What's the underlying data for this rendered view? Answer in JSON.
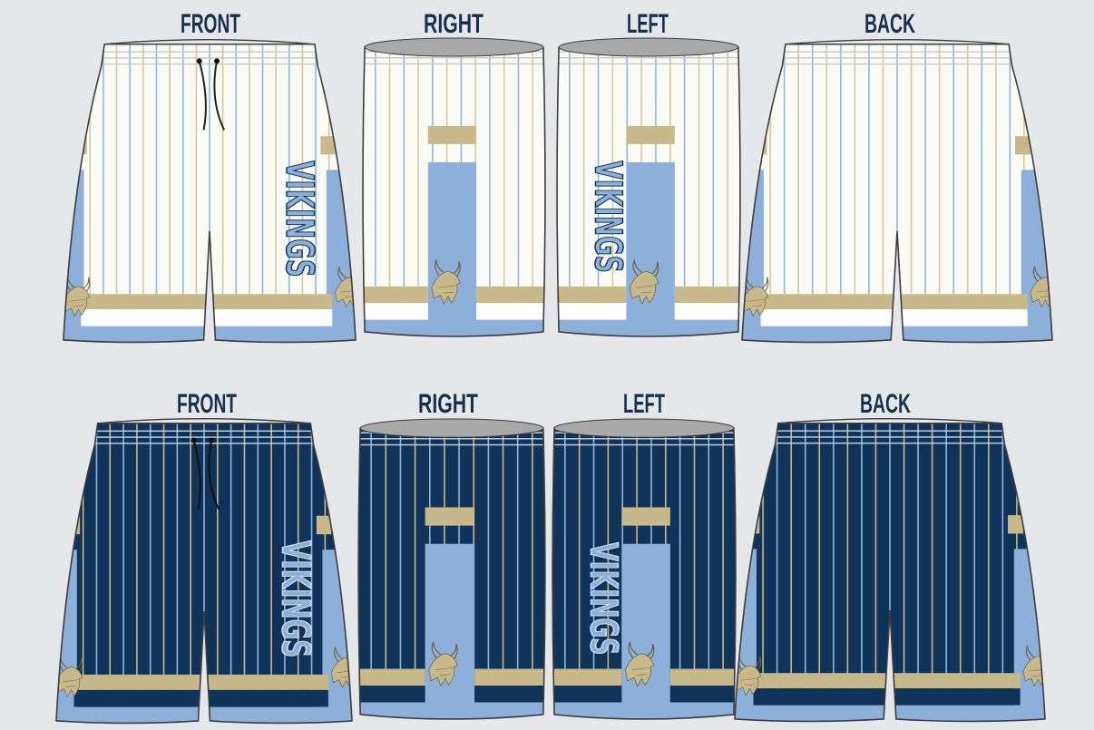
{
  "rows": [
    {
      "name": "home-white",
      "views": [
        {
          "label": "FRONT"
        },
        {
          "label": "RIGHT"
        },
        {
          "label": "LEFT"
        },
        {
          "label": "BACK"
        }
      ]
    },
    {
      "name": "away-navy",
      "views": [
        {
          "label": "FRONT"
        },
        {
          "label": "RIGHT"
        },
        {
          "label": "LEFT"
        },
        {
          "label": "BACK"
        }
      ]
    }
  ],
  "team_wordmark": "VIKINGS",
  "logo_icon": "viking-head-logo",
  "colors": {
    "background": "#e6e7e9",
    "label": "#15314f",
    "white_body": "#fbfbf6",
    "navy_body": "#10335a",
    "light_blue": "#8db0db",
    "gold": "#c8b98a",
    "stripe_blue": "#8fb6dc",
    "stripe_gold_light": "#d3c7a0",
    "waist_grey": "#a8a8a8",
    "outline": "#3d3d3d"
  }
}
